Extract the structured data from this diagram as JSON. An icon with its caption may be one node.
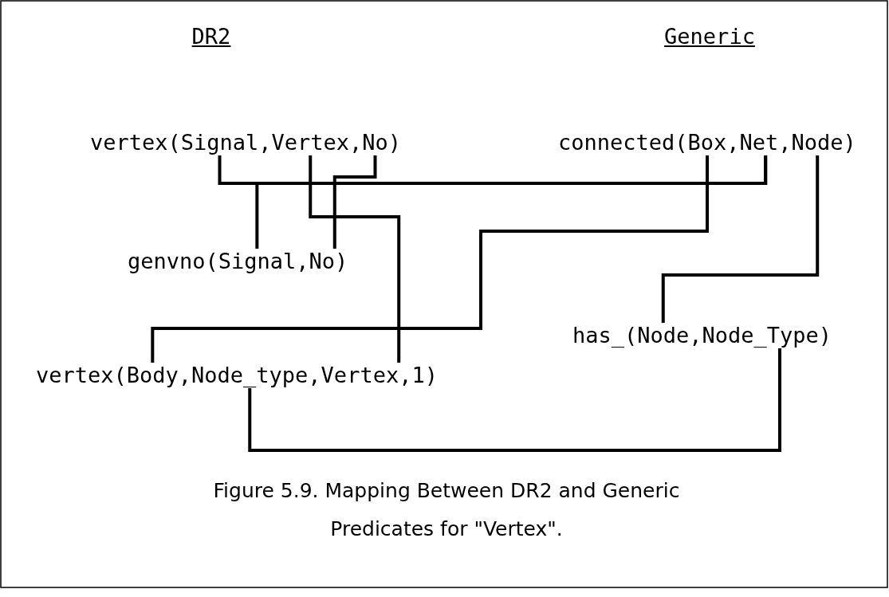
{
  "diagram": {
    "caption": "Figure 5.9.  Mapping Between DR2 and Generic Predicates for \"Vertex\".",
    "nodes": [
      {
        "text": [
          "vertex(Signal,Vertex,No)"
        ]
      },
      {
        "text": [
          "connected(Box,Net,Node)"
        ]
      },
      {
        "text": [
          "genvno(Signal,No)"
        ]
      },
      {
        "text": [
          "has_(Node,Node_Type)"
        ]
      },
      {
        "text": [
          "vertex(Body,Node_type,Vertex,1)"
        ]
      }
    ],
    "edges": [
      {
        "from": 0,
        "to": 1,
        "arrow": "none"
      },
      {
        "from": 2,
        "to": 1,
        "arrow": "none"
      },
      {
        "from": 0,
        "to": 4,
        "arrow": "none"
      },
      {
        "from": 0,
        "to": 2,
        "arrow": "none"
      },
      {
        "from": 1,
        "to": 4,
        "arrow": "none"
      },
      {
        "from": 1,
        "to": 3,
        "arrow": "none"
      },
      {
        "from": 4,
        "to": 3,
        "arrow": "none"
      }
    ],
    "labels": [
      "DR2",
      "Generic"
    ]
  }
}
